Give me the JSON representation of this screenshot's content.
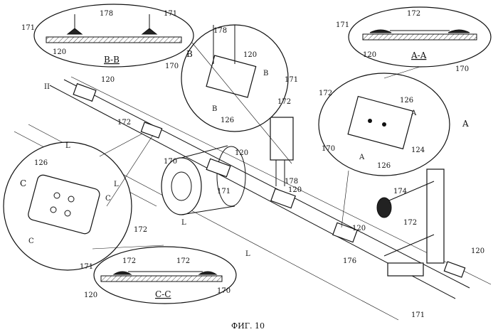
{
  "figure": {
    "caption": "ФИГ. 10",
    "section_labels": {
      "bb": "B-B",
      "aa": "A-A",
      "cc": "C-C"
    },
    "labels": {
      "bb_171_left": "171",
      "bb_178": "178",
      "bb_171_right": "171",
      "bb_120": "120",
      "bb_170": "170",
      "aa_172": "172",
      "aa_171": "171",
      "aa_120": "120",
      "aa_170": "170",
      "line_II": "II",
      "belt_120_a": "120",
      "belt_172_a": "172",
      "belt_L_1": "L",
      "bdetail_178": "178",
      "bdetail_120": "120",
      "bdetail_B1": "B",
      "bdetail_B2": "B",
      "bdetail_B3": "B",
      "bdetail_171": "171",
      "bdetail_172": "172",
      "bdetail_126": "126",
      "adetail_172": "172",
      "adetail_126": "126",
      "adetail_A1": "A",
      "adetail_A2": "A",
      "adetail_A3": "A",
      "adetail_170": "170",
      "adetail_124": "124",
      "adetail_126b": "126",
      "roller_170": "170",
      "belt_120_b": "120",
      "belt_171": "171",
      "belt_L_2": "L",
      "cdetail_126": "126",
      "cdetail_C1": "C",
      "cdetail_C2": "C",
      "cdetail_C3": "C",
      "cdetail_172": "172",
      "press_178": "178",
      "press_120": "120",
      "belt_L_3": "L",
      "belt_L_4": "L",
      "coil_174": "174",
      "coil_172": "172",
      "belt_120_c": "120",
      "belt_176": "176",
      "end_120": "120",
      "end_171": "171",
      "cc_171": "171",
      "cc_172_left": "172",
      "cc_172_right": "172",
      "cc_120": "120",
      "cc_170": "170"
    }
  }
}
